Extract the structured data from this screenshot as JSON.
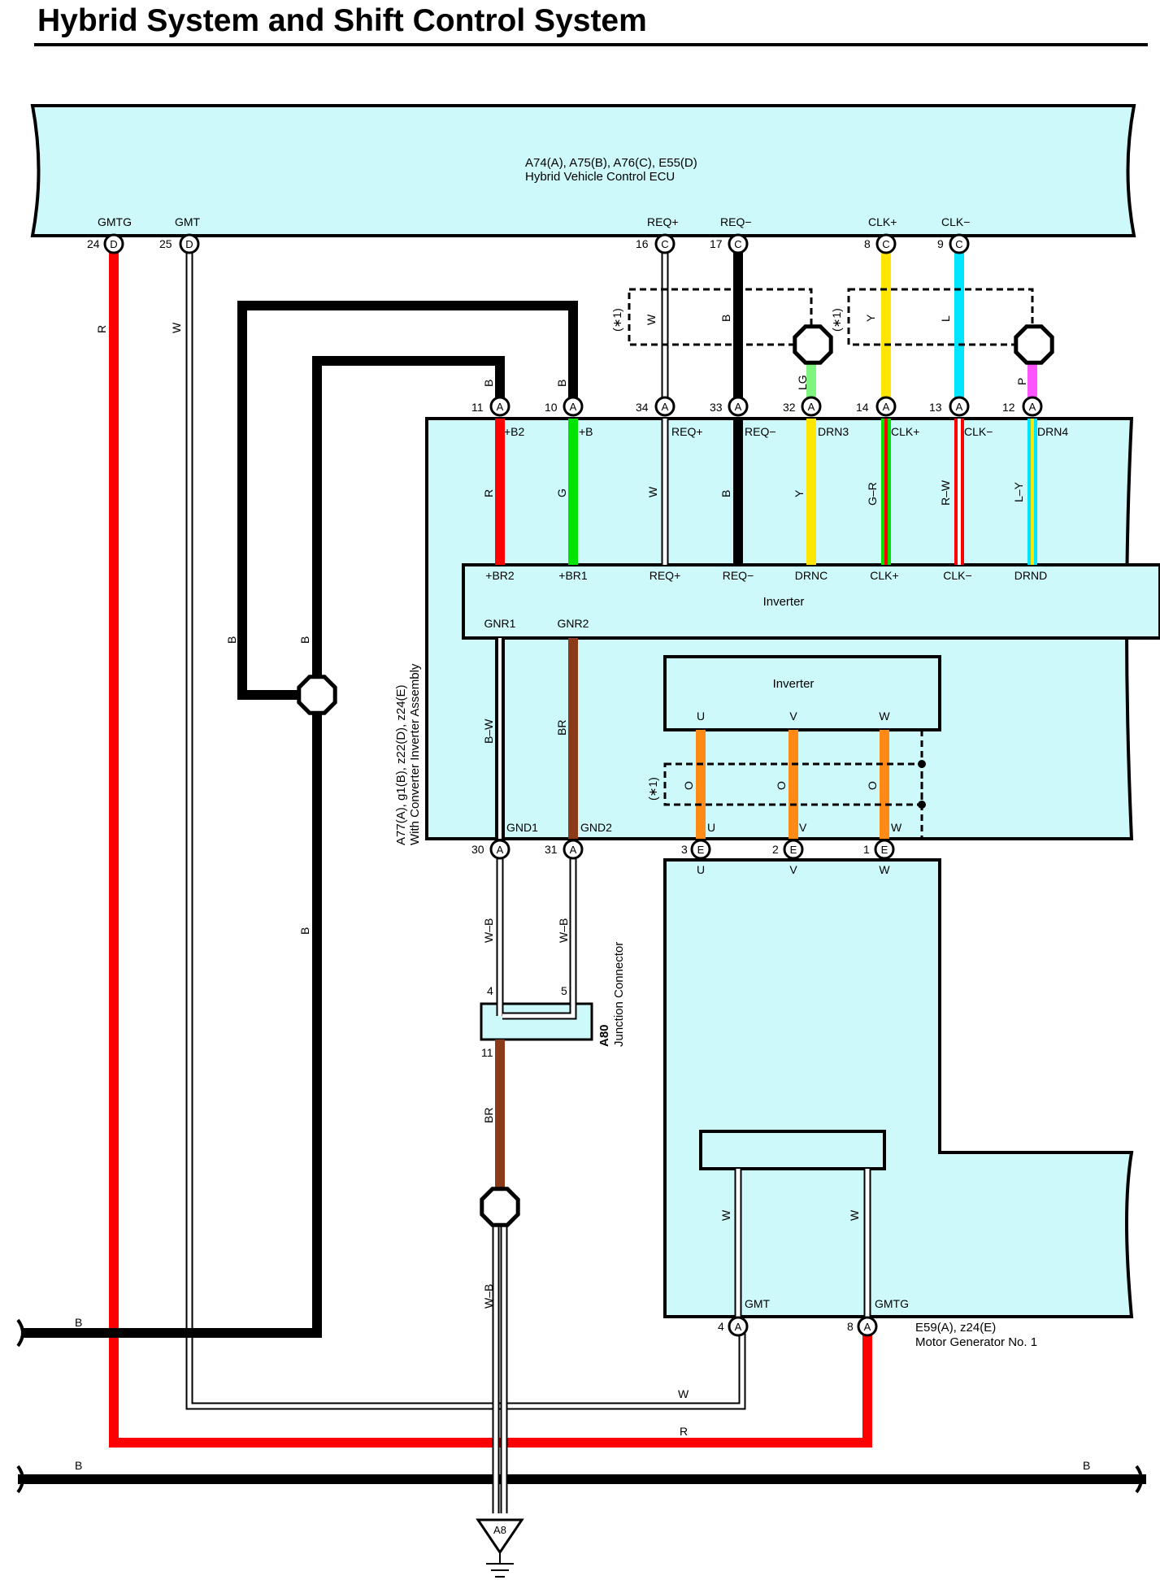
{
  "page_title": "Hybrid System and Shift Control System",
  "colors": {
    "R": "#ff0000",
    "W": "#ffffff",
    "B": "#000000",
    "G": "#00e400",
    "Y": "#ffe500",
    "L": "#00e5ff",
    "LG": "#7ff57f",
    "P": "#ff55ff",
    "BR": "#8b3a1a",
    "O": "#ff8a15",
    "component_fill": "#cdf9fb"
  },
  "ecu": {
    "connectors": "A74(A), A75(B), A76(C), E55(D)",
    "name": "Hybrid Vehicle Control ECU",
    "terminals": [
      {
        "num": "24",
        "conn": "D",
        "label": "GMTG"
      },
      {
        "num": "25",
        "conn": "D",
        "label": "GMT"
      },
      {
        "num": "16",
        "conn": "C",
        "label": "REQ+"
      },
      {
        "num": "17",
        "conn": "C",
        "label": "REQ−"
      },
      {
        "num": "8",
        "conn": "C",
        "label": "CLK+"
      },
      {
        "num": "9",
        "conn": "C",
        "label": "CLK−"
      }
    ]
  },
  "inverter_assembly": {
    "connectors": "A77(A), g1(B), z22(D), z24(E)",
    "name": "With Converter Inverter Assembly",
    "top_terminals": [
      {
        "num": "11",
        "conn": "A",
        "label": "+B2",
        "wire": "R"
      },
      {
        "num": "10",
        "conn": "A",
        "label": "+B",
        "wire": "G"
      },
      {
        "num": "34",
        "conn": "A",
        "label": "REQ+",
        "wire": "W"
      },
      {
        "num": "33",
        "conn": "A",
        "label": "REQ−",
        "wire": "B"
      },
      {
        "num": "32",
        "conn": "A",
        "label": "DRN3",
        "wire": "Y"
      },
      {
        "num": "14",
        "conn": "A",
        "label": "CLK+",
        "wire": "G–R"
      },
      {
        "num": "13",
        "conn": "A",
        "label": "CLK−",
        "wire": "R–W"
      },
      {
        "num": "12",
        "conn": "A",
        "label": "DRN4",
        "wire": "L–Y"
      }
    ],
    "inner_inverter": {
      "name": "Inverter",
      "pins": [
        "+BR2",
        "+BR1",
        "REQ+",
        "REQ−",
        "DRNC",
        "CLK+",
        "CLK−",
        "DRND"
      ],
      "ground_pins": [
        "GNR1",
        "GNR2"
      ]
    },
    "uvw_inverter": {
      "name": "Inverter",
      "phases": [
        "U",
        "V",
        "W"
      ]
    },
    "bottom_terminals": [
      {
        "num": "30",
        "conn": "A",
        "label": "GND1",
        "wire": "B–W"
      },
      {
        "num": "31",
        "conn": "A",
        "label": "GND2",
        "wire": "BR"
      },
      {
        "num": "3",
        "conn": "E",
        "label": "U",
        "wire": "O"
      },
      {
        "num": "2",
        "conn": "E",
        "label": "V",
        "wire": "O"
      },
      {
        "num": "1",
        "conn": "E",
        "label": "W",
        "wire": "O"
      }
    ]
  },
  "motor_generator": {
    "connectors": "E59(A), z24(E)",
    "name": "Motor Generator No. 1",
    "phases": [
      "U",
      "V",
      "W"
    ],
    "terminals": [
      {
        "num": "4",
        "conn": "A",
        "label": "GMT",
        "wire": "W"
      },
      {
        "num": "8",
        "conn": "A",
        "label": "GMTG",
        "wire": "R"
      }
    ]
  },
  "junction": {
    "id": "A80",
    "name": "Junction Connector",
    "pins": [
      "4",
      "5",
      "11"
    ]
  },
  "ground": {
    "id": "A8"
  },
  "shield_note": "(∗1)",
  "wire_labels": {
    "R": "R",
    "W": "W",
    "B": "B",
    "G": "G",
    "Y": "Y",
    "L": "L",
    "LG": "LG",
    "P": "P",
    "BR": "BR",
    "O": "O",
    "BW": "B–W",
    "WB": "W–B",
    "GR": "G–R",
    "RW": "R–W",
    "LY": "L–Y"
  }
}
